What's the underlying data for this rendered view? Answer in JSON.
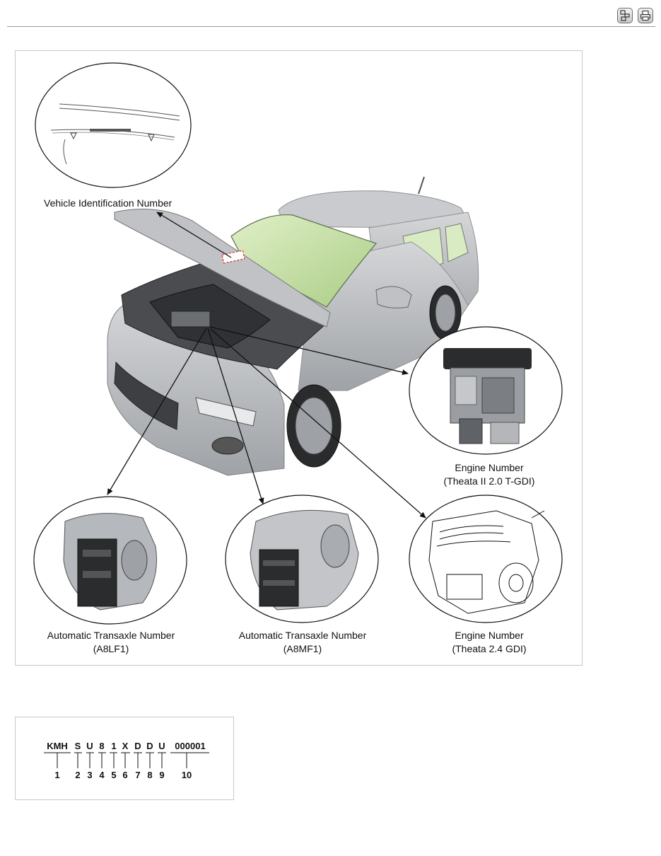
{
  "toolbar": {
    "nav_icon": "navigation-icon",
    "print_icon": "printer-icon"
  },
  "figure": {
    "labels": {
      "vin": "Vehicle Identification Number",
      "engine_tgdi_line1": "Engine Number",
      "engine_tgdi_line2": "(Theata II 2.0 T-GDI)",
      "trans_a8lf1_line1": "Automatic Transaxle Number",
      "trans_a8lf1_line2": "(A8LF1)",
      "trans_a8mf1_line1": "Automatic Transaxle Number",
      "trans_a8mf1_line2": "(A8MF1)",
      "engine_gdi_line1": "Engine Number",
      "engine_gdi_line2": "(Theata 2.4 GDI)"
    },
    "colors": {
      "windshield": "#c9e3a6",
      "vin_marker": "#e53935",
      "body": "#b8babd"
    }
  },
  "vin_diagram": {
    "segments": [
      "KMH",
      "S",
      "U",
      "8",
      "1",
      "X",
      "D",
      "D",
      "U",
      "000001"
    ],
    "positions": [
      "1",
      "2",
      "3",
      "4",
      "5",
      "6",
      "7",
      "8",
      "9",
      "10"
    ]
  }
}
